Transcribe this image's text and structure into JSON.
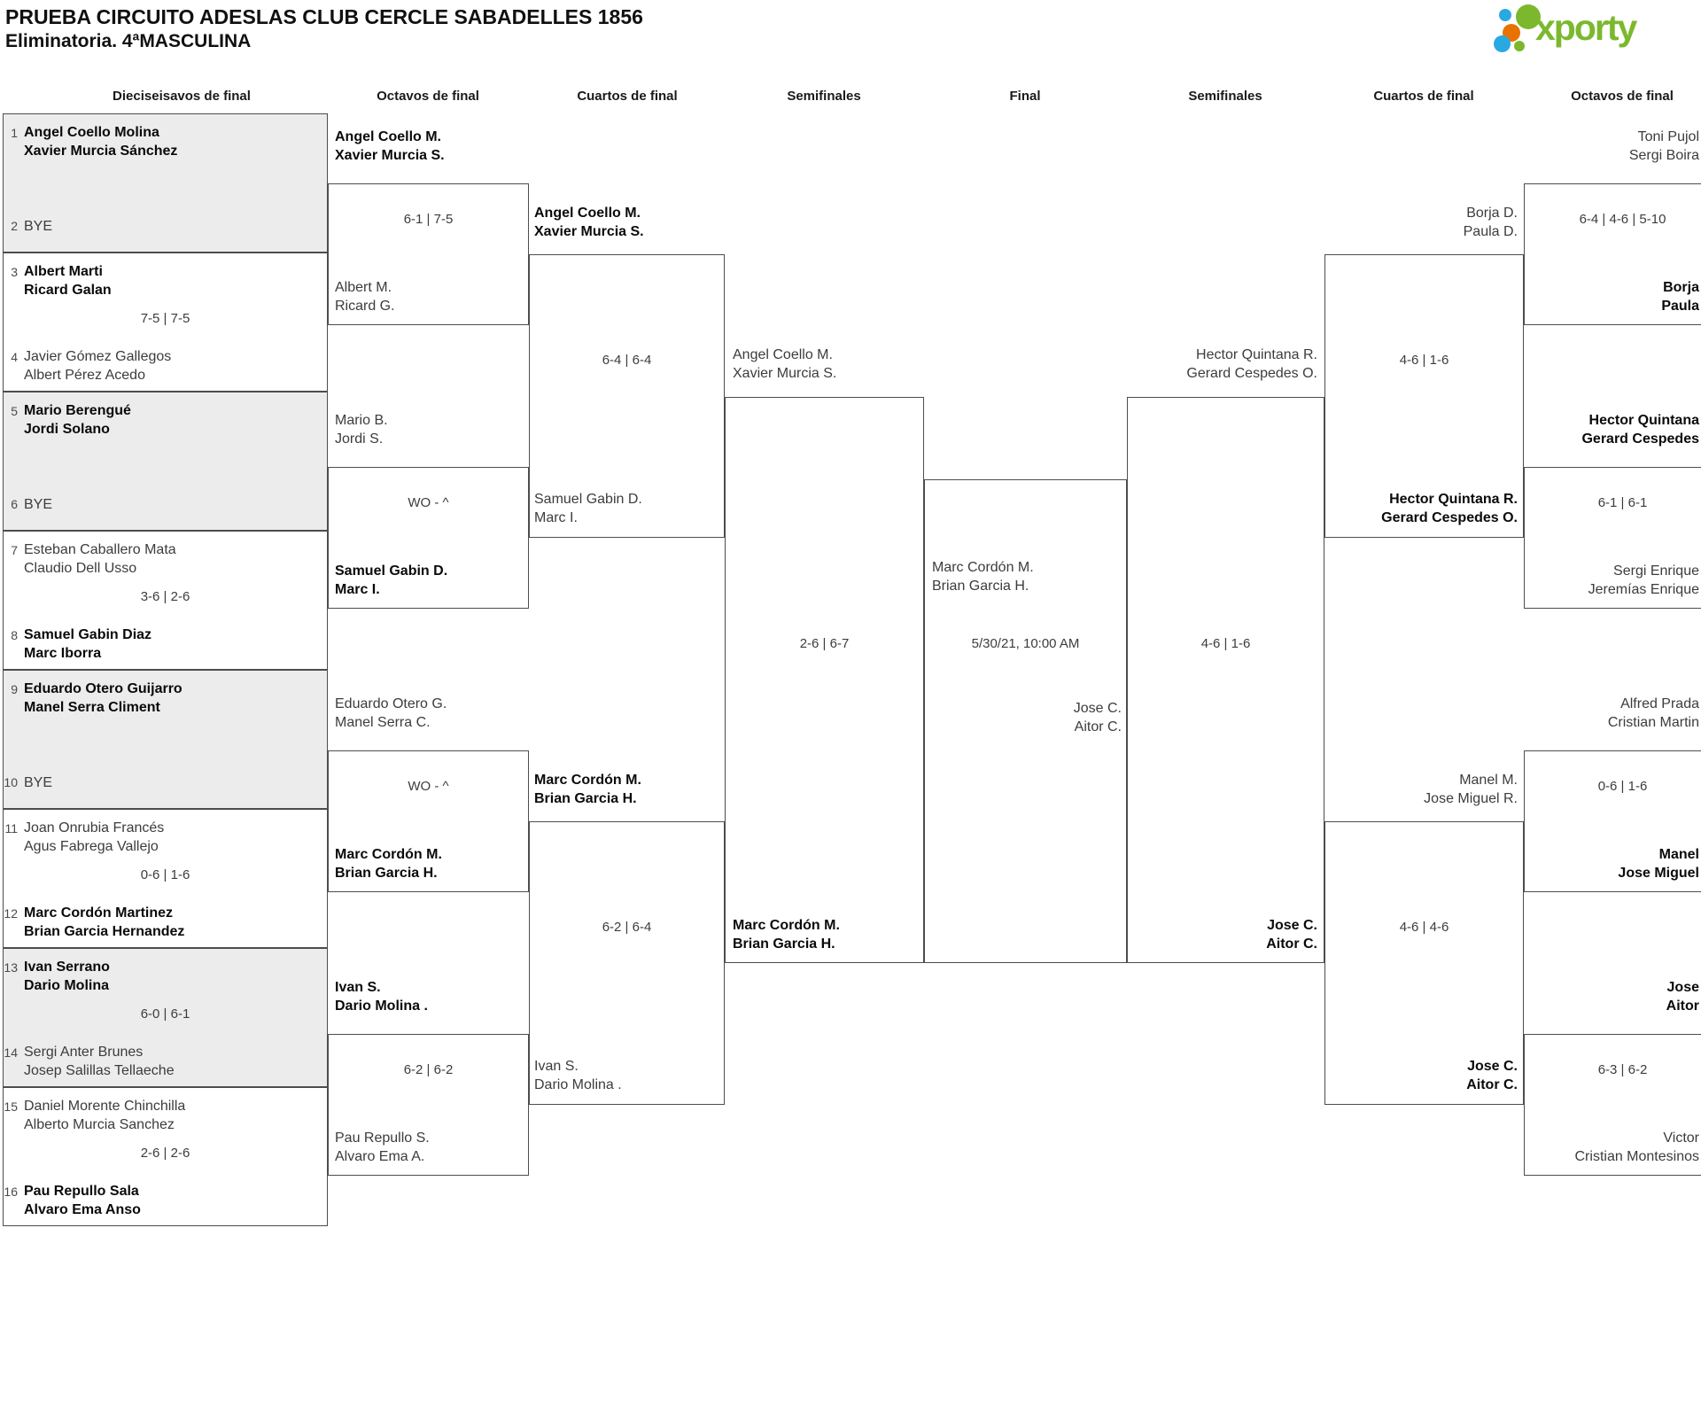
{
  "header": {
    "title": "PRUEBA CIRCUITO ADESLAS CLUB CERCLE SABADELLES 1856",
    "subtitle": "Eliminatoria. 4ªMASCULINA",
    "logo_text": "xporty"
  },
  "colors": {
    "logo_green": "#7cb82e",
    "logo_blue": "#29a9e1",
    "logo_orange": "#e87200",
    "bracket_fill": "#ececec",
    "bracket_border": "#4d4d4d"
  },
  "round_headers": [
    "Dieciseisavos de final",
    "Octavos de final",
    "Cuartos de final",
    "Semifinales",
    "Final",
    "Semifinales",
    "Cuartos de final",
    "Octavos de final"
  ],
  "bracket": {
    "dieciseisavos": [
      {
        "seed1": "1",
        "team1": [
          "Angel Coello Molina",
          "Xavier Murcia Sánchez"
        ],
        "winner1": true,
        "seed2": "2",
        "team2": [
          "BYE"
        ],
        "winner2": false,
        "score": "",
        "shaded": true
      },
      {
        "seed1": "3",
        "team1": [
          "Albert Marti",
          "Ricard Galan"
        ],
        "winner1": true,
        "seed2": "4",
        "team2": [
          "Javier Gómez Gallegos",
          "Albert Pérez Acedo"
        ],
        "winner2": false,
        "score": "7-5 | 7-5",
        "shaded": false
      },
      {
        "seed1": "5",
        "team1": [
          "Mario Berengué",
          "Jordi Solano"
        ],
        "winner1": true,
        "seed2": "6",
        "team2": [
          "BYE"
        ],
        "winner2": false,
        "score": "",
        "shaded": true
      },
      {
        "seed1": "7",
        "team1": [
          "Esteban Caballero Mata",
          "Claudio Dell Usso"
        ],
        "winner1": false,
        "seed2": "8",
        "team2": [
          "Samuel Gabin Diaz",
          "Marc Iborra"
        ],
        "winner2": true,
        "score": "3-6 | 2-6",
        "shaded": false
      },
      {
        "seed1": "9",
        "team1": [
          "Eduardo Otero Guijarro",
          "Manel Serra Climent"
        ],
        "winner1": true,
        "seed2": "10",
        "team2": [
          "BYE"
        ],
        "winner2": false,
        "score": "",
        "shaded": true
      },
      {
        "seed1": "11",
        "team1": [
          "Joan Onrubia Francés",
          "Agus Fabrega Vallejo"
        ],
        "winner1": false,
        "seed2": "12",
        "team2": [
          "Marc Cordón Martinez",
          "Brian Garcia Hernandez"
        ],
        "winner2": true,
        "score": "0-6 | 1-6",
        "shaded": false
      },
      {
        "seed1": "13",
        "team1": [
          "Ivan Serrano",
          "Dario Molina"
        ],
        "winner1": true,
        "seed2": "14",
        "team2": [
          "Sergi Anter Brunes",
          "Josep Salillas Tellaeche"
        ],
        "winner2": false,
        "score": "6-0 | 6-1",
        "shaded": true
      },
      {
        "seed1": "15",
        "team1": [
          "Daniel Morente Chinchilla",
          "Alberto Murcia Sanchez"
        ],
        "winner1": false,
        "seed2": "16",
        "team2": [
          "Pau Repullo Sala",
          "Alvaro Ema Anso"
        ],
        "winner2": true,
        "score": "2-6 | 2-6",
        "shaded": false
      }
    ],
    "octavos_left": [
      {
        "team1": [
          "Angel Coello M.",
          "Xavier Murcia S."
        ],
        "winner1": true,
        "score": "6-1 | 7-5",
        "team2": [
          "Albert M.",
          "Ricard G."
        ],
        "winner2": false
      },
      {
        "team1": [
          "Mario B.",
          "Jordi S."
        ],
        "winner1": false,
        "score": "WO - ^",
        "team2": [
          "Samuel Gabin D.",
          "Marc I."
        ],
        "winner2": true
      },
      {
        "team1": [
          "Eduardo Otero G.",
          "Manel Serra C."
        ],
        "winner1": false,
        "score": "WO - ^",
        "team2": [
          "Marc Cordón M.",
          "Brian Garcia H."
        ],
        "winner2": true
      },
      {
        "team1": [
          "Ivan S.",
          "Dario Molina ."
        ],
        "winner1": true,
        "score": "6-2 | 6-2",
        "team2": [
          "Pau Repullo S.",
          "Alvaro Ema A."
        ],
        "winner2": false
      }
    ],
    "cuartos_left": [
      {
        "team1": [
          "Angel Coello M.",
          "Xavier Murcia S."
        ],
        "winner1": true,
        "score": "6-4 | 6-4",
        "team2": [
          "Samuel Gabin D.",
          "Marc I."
        ],
        "winner2": false
      },
      {
        "team1": [
          "Marc Cordón M.",
          "Brian Garcia H."
        ],
        "winner1": true,
        "score": "6-2 | 6-4",
        "team2": [
          "Ivan S.",
          "Dario Molina ."
        ],
        "winner2": false
      }
    ],
    "semifinal_left": {
      "team1": [
        "Angel Coello M.",
        "Xavier Murcia S."
      ],
      "winner1": false,
      "score": "2-6 | 6-7",
      "team2": [
        "Marc Cordón M.",
        "Brian Garcia H."
      ],
      "winner2": true
    },
    "final": {
      "team1": [
        "Marc Cordón M.",
        "Brian Garcia H."
      ],
      "winner1": false,
      "schedule": "5/30/21, 10:00 AM",
      "team2": [
        "Jose C.",
        "Aitor C."
      ],
      "winner2": false
    },
    "semifinal_right": {
      "team1": [
        "Hector Quintana R.",
        "Gerard Cespedes O."
      ],
      "winner1": false,
      "score": "4-6 | 1-6",
      "team2": [
        "Jose C.",
        "Aitor C."
      ],
      "winner2": true
    },
    "cuartos_right": [
      {
        "team1": [
          "Borja D.",
          "Paula D."
        ],
        "winner1": false,
        "score": "4-6 | 1-6",
        "team2": [
          "Hector Quintana R.",
          "Gerard Cespedes O."
        ],
        "winner2": true
      },
      {
        "team1": [
          "Manel M.",
          "Jose Miguel R."
        ],
        "winner1": false,
        "score": "4-6 | 4-6",
        "team2": [
          "Jose C.",
          "Aitor C."
        ],
        "winner2": true
      }
    ],
    "octavos_right": [
      {
        "team1": [
          "Toni Pujol",
          "Sergi Boira"
        ],
        "winner1": false,
        "score": "6-4 | 4-6 | 5-10",
        "team2": [
          "Borja",
          "Paula"
        ],
        "winner2": true
      },
      {
        "team1": [
          "Hector Quintana",
          "Gerard Cespedes"
        ],
        "winner1": true,
        "score": "6-1 | 6-1",
        "team2": [
          "Sergi Enrique",
          "Jeremías Enrique"
        ],
        "winner2": false
      },
      {
        "team1": [
          "Alfred Prada",
          "Cristian Martin"
        ],
        "winner1": false,
        "score": "0-6 | 1-6",
        "team2": [
          "Manel",
          "Jose Miguel"
        ],
        "winner2": true
      },
      {
        "team1": [
          "Jose",
          "Aitor"
        ],
        "winner1": true,
        "score": "6-3 | 6-2",
        "team2": [
          "Victor",
          "Cristian Montesinos"
        ],
        "winner2": false
      }
    ]
  }
}
